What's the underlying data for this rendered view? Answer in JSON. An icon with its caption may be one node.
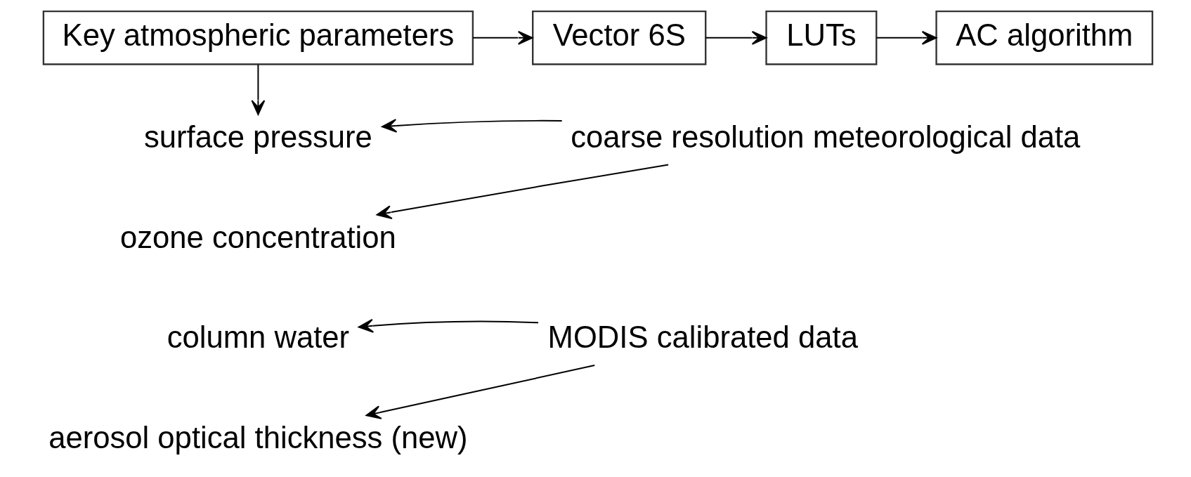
{
  "diagram": {
    "nodes": [
      {
        "text": [
          "Key atmospheric parameters"
        ]
      },
      {
        "text": [
          "Vector 6S"
        ]
      },
      {
        "text": [
          "LUTs"
        ]
      },
      {
        "text": [
          "AC algorithm"
        ]
      },
      {
        "text": [
          "surface pressure"
        ]
      },
      {
        "text": [
          "ozone concentration"
        ]
      },
      {
        "text": [
          "column water"
        ]
      },
      {
        "text": [
          "aerosol optical thickness (new)"
        ]
      },
      {
        "text": [
          "coarse resolution meteorological data"
        ]
      },
      {
        "text": [
          "MODIS calibrated data"
        ]
      }
    ],
    "edges": [
      {
        "from": 0,
        "to": 1,
        "arrow": "to"
      },
      {
        "from": 1,
        "to": 2,
        "arrow": "to"
      },
      {
        "from": 2,
        "to": 3,
        "arrow": "to"
      },
      {
        "from": 0,
        "to": 4,
        "arrow": "to"
      },
      {
        "from": 8,
        "to": 4,
        "arrow": "to"
      },
      {
        "from": 8,
        "to": 5,
        "arrow": "to"
      },
      {
        "from": 9,
        "to": 6,
        "arrow": "to"
      },
      {
        "from": 9,
        "to": 7,
        "arrow": "to"
      }
    ]
  }
}
